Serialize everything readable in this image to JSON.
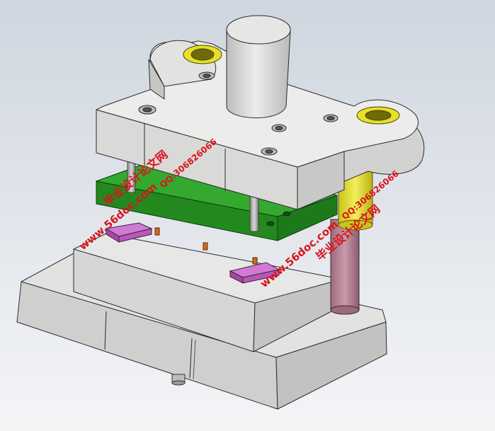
{
  "watermarks": {
    "left": {
      "title_cn": "毕业设计论文网",
      "url": "www.56doc.com",
      "qq": "QQ:306826066"
    },
    "right": {
      "title_cn": "毕业设计论文网",
      "url": "www.56doc.com",
      "qq": "QQ:306826066"
    }
  },
  "colors": {
    "background": "#e4e8ee",
    "mold_gray": "#d7d7d5",
    "stripper_green": "#2f9a2a",
    "guide_bushing_yellow": "#e6e02a",
    "guide_pillar_mauve": "#b57f92",
    "pad_magenta": "#c55bc7",
    "pin_orange": "#d46a1a",
    "watermark_red": "#d9141b"
  }
}
